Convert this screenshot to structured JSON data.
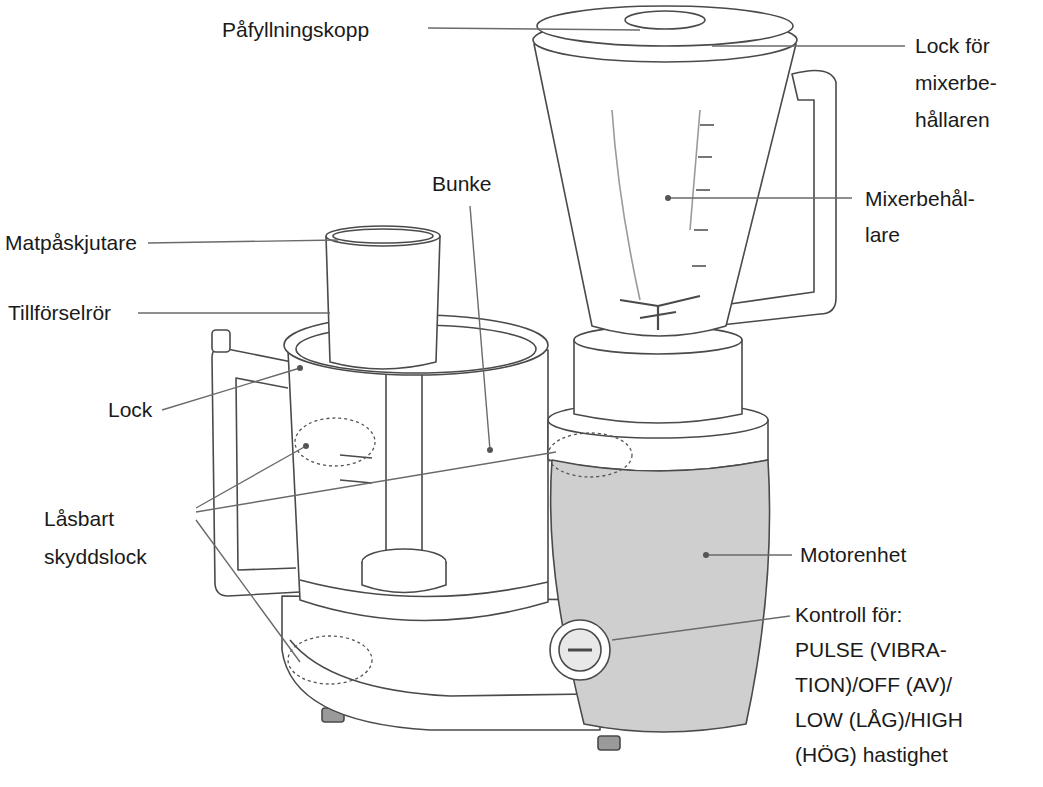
{
  "diagram": {
    "labels": [
      "Påfyllningskopp",
      "Lock för mixerbe- hållaren",
      "Bunke",
      "Mixerbehål- lare",
      "Matpåskjutare",
      "Tillförselrör",
      "Lock",
      "Låsbart skyddslock",
      "Motorenhet",
      "Kontroll för: PULSE (VIBRA- TION)/OFF (AV)/ LOW (LÅG)/HIGH (HÖG) hastighet"
    ]
  }
}
